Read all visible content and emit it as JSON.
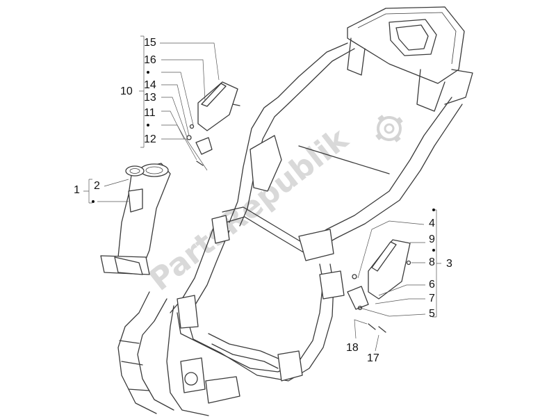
{
  "watermark": "PartsRepublik",
  "callouts": {
    "c1": "1",
    "c2": "2",
    "c3": "3",
    "c4": "4",
    "c5": "5",
    "c6": "6",
    "c7": "7",
    "c8": "8",
    "c9": "9",
    "c10": "10",
    "c11": "11",
    "c12": "12",
    "c13": "13",
    "c14": "14",
    "c15": "15",
    "c16": "16",
    "c17": "17",
    "c18": "18"
  },
  "colors": {
    "line": "#3a3a3a",
    "watermark": "#d9d9d9",
    "background": "#ffffff"
  }
}
